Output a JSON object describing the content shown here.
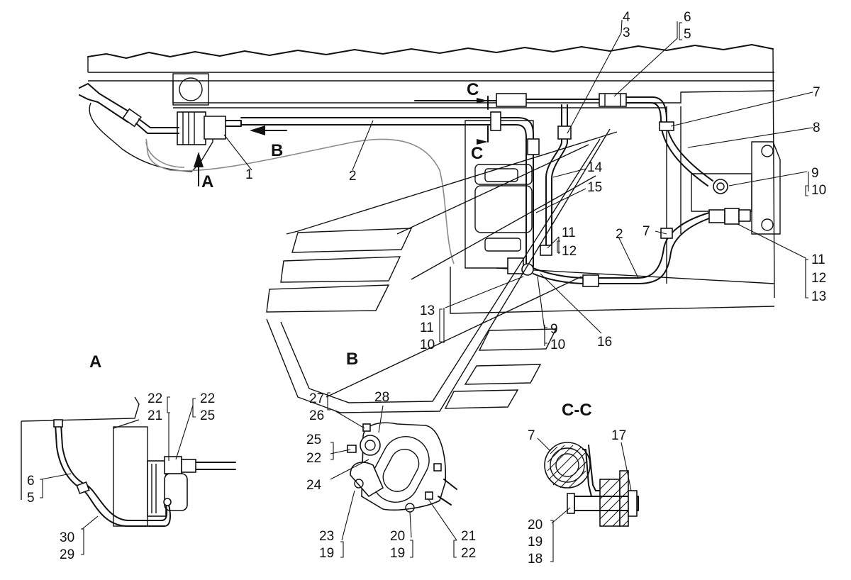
{
  "view_labels": {
    "a": "A",
    "b": "B",
    "c": "C"
  },
  "section_titles": {
    "a": "A",
    "b": "B",
    "cc": "C-C"
  },
  "main_view_callouts": [
    "1",
    "2",
    "4",
    "3",
    "6",
    "5",
    "7",
    "8",
    "9",
    "10",
    "14",
    "15",
    "11",
    "12",
    "7",
    "2",
    "11",
    "12",
    "13",
    "13",
    "11",
    "10",
    "9",
    "10",
    "16"
  ],
  "detail_a_callouts": [
    "22",
    "21",
    "22",
    "25",
    "6",
    "5",
    "30",
    "29"
  ],
  "detail_b_callouts": [
    "27",
    "26",
    "28",
    "25",
    "22",
    "24",
    "23",
    "19",
    "20",
    "19",
    "21",
    "22"
  ],
  "section_cc_callouts": [
    "7",
    "17",
    "20",
    "19",
    "18"
  ]
}
